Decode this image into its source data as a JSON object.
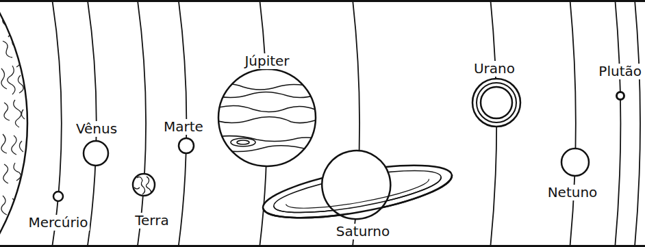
{
  "diagram": {
    "labels": [
      "Mercúrio",
      "Vênus",
      "Terra",
      "Marte",
      "Júpiter",
      "Saturno",
      "Urano",
      "Netuno",
      "Plutão"
    ]
  }
}
